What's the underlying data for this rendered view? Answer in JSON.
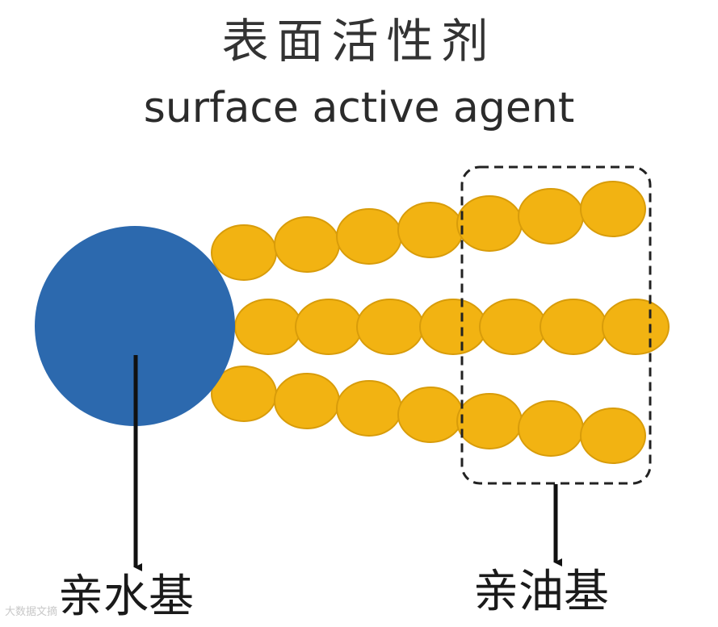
{
  "title": {
    "chinese": "表面活性剂",
    "english": "surface active agent"
  },
  "labels": {
    "hydrophilic_group": "亲水基",
    "lipophilic_group": "亲油基"
  },
  "watermark": "大数据文摘",
  "colors": {
    "head": "#2c69ae",
    "tail_fill": "#f2b312",
    "tail_stroke": "#d89c0a",
    "arrow": "#111111",
    "dashed_box": "#222222"
  }
}
